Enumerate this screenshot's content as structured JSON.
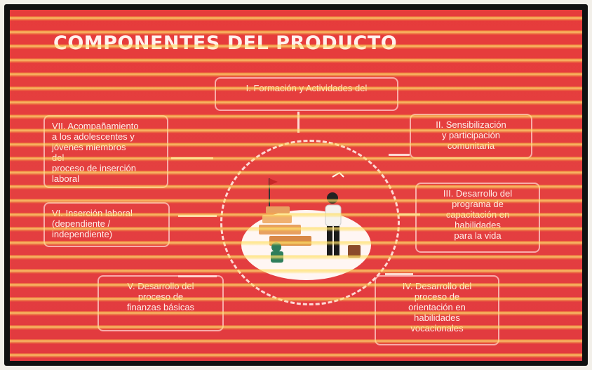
{
  "slide": {
    "title": "COMPONENTES DEL PRODUCTO",
    "components": {
      "top": "I. Formación y Actividades del",
      "right_top_1": "II. Sensibilización",
      "right_top_2": "y participación",
      "right_top_3": "comunitaria",
      "right_mid_1": "III. Desarrollo del",
      "right_mid_2": "programa de",
      "right_mid_3": "capacitación en",
      "right_mid_4": "habilidades",
      "right_mid_5": "para la vida",
      "right_bottom_1": "IV. Desarrollo del",
      "right_bottom_2": "proceso de",
      "right_bottom_3": "orientación en",
      "right_bottom_4": "habilidades",
      "right_bottom_5": "vocacionales",
      "left_bottom_1": "V. Desarrollo del",
      "left_bottom_2": "proceso de",
      "left_bottom_3": "finanzas básicas",
      "left_mid_1": "VI. Inserción laboral",
      "left_mid_2": "(dependiente /",
      "left_mid_3": "independiente)",
      "left_top_1": "VII. Acompañamiento",
      "left_top_2": "a los adolescentes y",
      "left_top_3": "jóvenes miembros",
      "left_top_4": "del",
      "left_top_5": "proceso de inserción",
      "left_top_6": "laboral"
    }
  }
}
